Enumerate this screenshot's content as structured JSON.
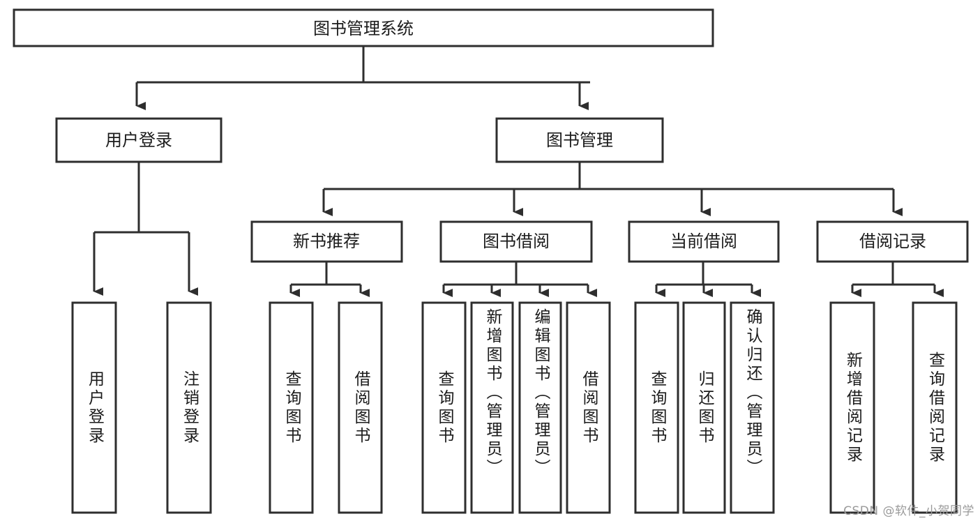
{
  "diagram": {
    "title": "图书管理系统",
    "type": "hierarchy-tree",
    "root": {
      "id": "root",
      "label": "图书管理系统",
      "orientation": "horizontal"
    },
    "level2": [
      {
        "id": "user-login",
        "label": "用户登录",
        "orientation": "horizontal"
      },
      {
        "id": "book-management",
        "label": "图书管理",
        "orientation": "horizontal"
      }
    ],
    "level3": [
      {
        "id": "new-book-recommend",
        "label": "新书推荐",
        "orientation": "horizontal",
        "parent": "book-management"
      },
      {
        "id": "book-borrow",
        "label": "图书借阅",
        "orientation": "horizontal",
        "parent": "book-management"
      },
      {
        "id": "current-borrow",
        "label": "当前借阅",
        "orientation": "horizontal",
        "parent": "book-management"
      },
      {
        "id": "borrow-record",
        "label": "借阅记录",
        "orientation": "horizontal",
        "parent": "book-management"
      }
    ],
    "leaves": [
      {
        "id": "leaf-user-login",
        "label": "用户登录",
        "parent": "user-login",
        "orientation": "vertical"
      },
      {
        "id": "leaf-user-logout",
        "label": "注销登录",
        "parent": "user-login",
        "orientation": "vertical"
      },
      {
        "id": "leaf-query-book-1",
        "label": "查询图书",
        "parent": "new-book-recommend",
        "orientation": "vertical"
      },
      {
        "id": "leaf-borrow-book-1",
        "label": "借阅图书",
        "parent": "new-book-recommend",
        "orientation": "vertical"
      },
      {
        "id": "leaf-query-book-2",
        "label": "查询图书",
        "parent": "book-borrow",
        "orientation": "vertical"
      },
      {
        "id": "leaf-add-book",
        "label": "新增图书（管理员）",
        "parent": "book-borrow",
        "orientation": "vertical"
      },
      {
        "id": "leaf-edit-book",
        "label": "编辑图书（管理员）",
        "parent": "book-borrow",
        "orientation": "vertical"
      },
      {
        "id": "leaf-borrow-book-2",
        "label": "借阅图书",
        "parent": "book-borrow",
        "orientation": "vertical"
      },
      {
        "id": "leaf-query-book-3",
        "label": "查询图书",
        "parent": "current-borrow",
        "orientation": "vertical"
      },
      {
        "id": "leaf-return-book",
        "label": "归还图书",
        "parent": "current-borrow",
        "orientation": "vertical"
      },
      {
        "id": "leaf-confirm-return",
        "label": "确认归还（管理员）",
        "parent": "current-borrow",
        "orientation": "vertical"
      },
      {
        "id": "leaf-add-record",
        "label": "新增借阅记录",
        "parent": "borrow-record",
        "orientation": "vertical"
      },
      {
        "id": "leaf-query-record",
        "label": "查询借阅记录",
        "parent": "borrow-record",
        "orientation": "vertical"
      }
    ],
    "colors": {
      "stroke": "#2e2e2e",
      "fill": "#ffffff",
      "text": "#1b1b1b",
      "watermark": "#9a9a9a",
      "background": "#ffffff"
    }
  },
  "watermark": {
    "text": "CSDN @软件_小贺同学"
  }
}
